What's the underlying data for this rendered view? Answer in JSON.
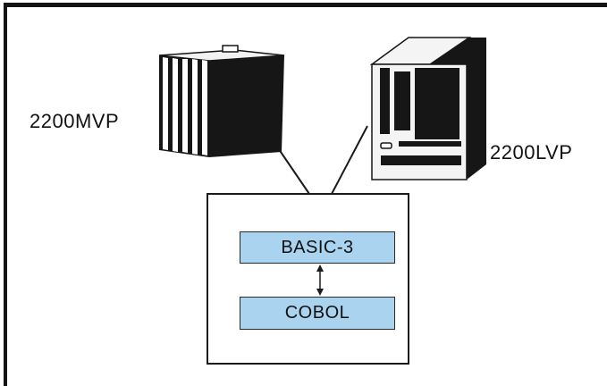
{
  "labels": {
    "left_system": "2200MVP",
    "right_system": "2200LVP"
  },
  "languages": {
    "top": "BASIC-3",
    "bottom": "COBOL"
  },
  "colors": {
    "language_box_fill": "#a9d3ef",
    "line": "#1a1a1a",
    "hardware_dark": "#161616",
    "hardware_light": "#f4f4f4"
  },
  "icons": {
    "left_system": "cabinet-computer-icon",
    "right_system": "desktop-computer-icon"
  }
}
